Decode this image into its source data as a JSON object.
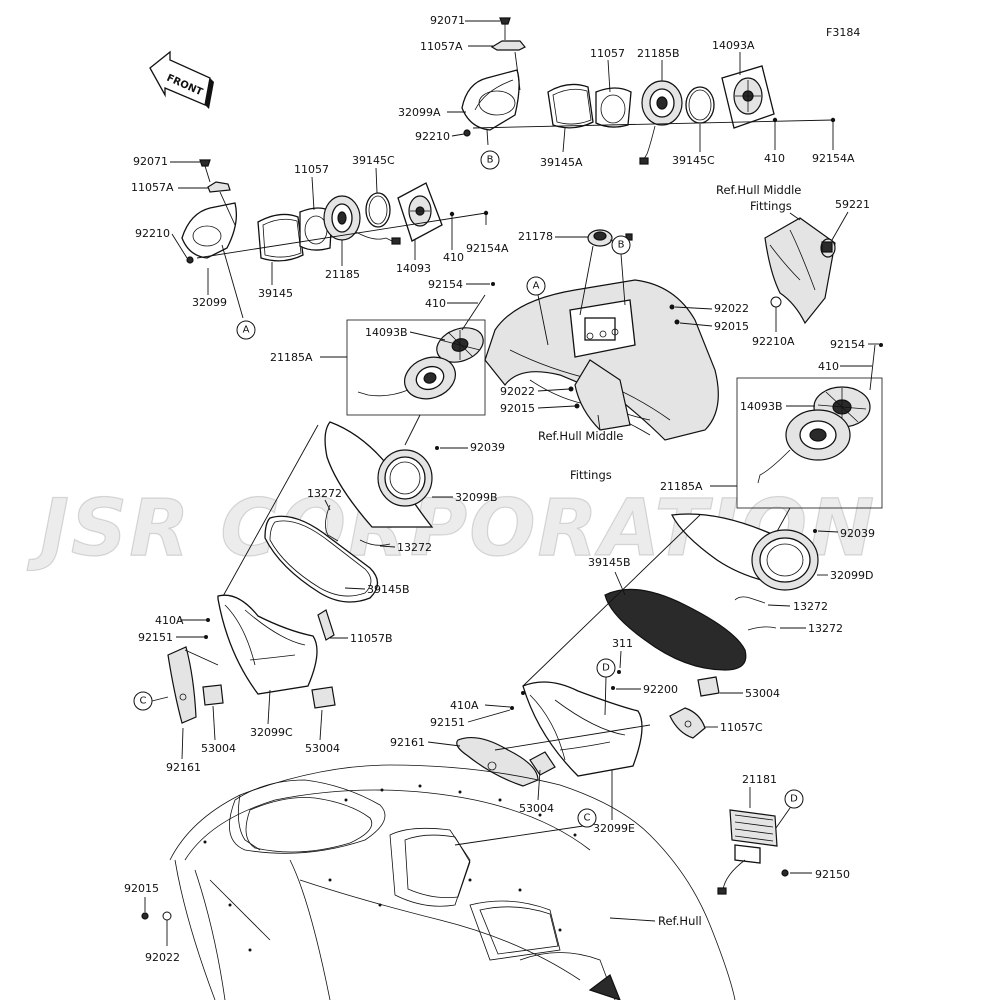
{
  "diagram_id": "F3184",
  "front_label": "FRONT",
  "watermark": "JSR CORPORATION",
  "ref_labels": {
    "hull_middle_top": "Ref.Hull Middle\nFittings",
    "hull_middle_center": "Ref.Hull Middle\nFittings",
    "hull": "Ref.Hull"
  },
  "callouts": [
    "A",
    "B",
    "C",
    "D"
  ],
  "part_labels": {
    "p92071_top": "92071",
    "p11057A_top": "11057A",
    "p11057_top": "11057",
    "p21185B": "21185B",
    "p14093A": "14093A",
    "p32099A": "32099A",
    "p92210_top": "92210",
    "p39145A": "39145A",
    "p39145C_top": "39145C",
    "p410_top": "410",
    "p92154A_top": "92154A",
    "p92071_left": "92071",
    "p11057A_left": "11057A",
    "p11057_left": "11057",
    "p39145C_left": "39145C",
    "p92210_left": "92210",
    "p32099": "32099",
    "p39145": "39145",
    "p21185": "21185",
    "p14093": "14093",
    "p410_left": "410",
    "p92154A_left": "92154A",
    "p59221": "59221",
    "p21178": "21178",
    "p92022_c1": "92022",
    "p92015_c1": "92015",
    "p92210A": "92210A",
    "p92154_left": "92154",
    "p410_mid": "410",
    "p14093B_left": "14093B",
    "p21185A_left": "21185A",
    "p92022_c2": "92022",
    "p92015_c2": "92015",
    "p92154_right": "92154",
    "p410_right": "410",
    "p14093B_right": "14093B",
    "p21185A_right": "21185A",
    "p92039_left": "92039",
    "p32099B": "32099B",
    "p13272_l1": "13272",
    "p13272_l2": "13272",
    "p39145B_left": "39145B",
    "p410A_left": "410A",
    "p92151_left": "92151",
    "p11057B": "11057B",
    "p32099C": "32099C",
    "p53004_l1": "53004",
    "p53004_l2": "53004",
    "p92161_left": "92161",
    "p39145B_right": "39145B",
    "p92039_right": "92039",
    "p32099D": "32099D",
    "p13272_r1": "13272",
    "p13272_r2": "13272",
    "p311": "311",
    "p92200": "92200",
    "p53004_r1": "53004",
    "p410A_right": "410A",
    "p92151_right": "92151",
    "p11057C": "11057C",
    "p92161_right": "92161",
    "p53004_r2": "53004",
    "p32099E": "32099E",
    "p21181": "21181",
    "p92150": "92150",
    "p92015_bottom": "92015",
    "p92022_bottom": "92022"
  }
}
